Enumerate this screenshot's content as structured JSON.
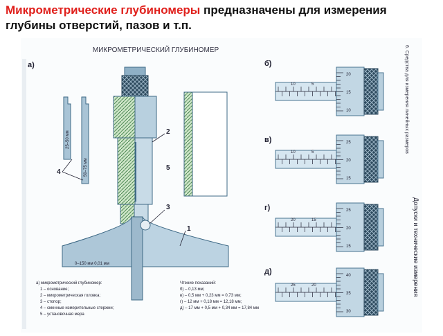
{
  "heading": {
    "highlight": "Микрометрические глубиномеры",
    "rest_line1": " предназначены для измерения",
    "line2": "глубины отверстий, пазов и т.п."
  },
  "plate": {
    "title": "МИКРОМЕТРИЧЕСКИЙ ГЛУБИНОМЕР",
    "label_a": "а)",
    "label_b": "б)",
    "label_v": "в)",
    "label_g": "г)",
    "label_d": "д)",
    "rod_range_1": "25–50 мм",
    "rod_range_2": "50–75 мм",
    "base_caption": "0–150 мм  0,01 мм",
    "callouts": [
      "1",
      "2",
      "3",
      "4",
      "5"
    ],
    "legend": {
      "title": "а) микрометрический глубиномер:",
      "items": [
        "1 – основание;",
        "2 – микрометрическая головка;",
        "3 – стопор;",
        "4 – сменные измерительные стержни;",
        "5 – установочная мера"
      ]
    },
    "readings": {
      "title": "Чтение показаний:",
      "items": [
        "б) – 0,13 мм;",
        "в) – 0,5 мм + 0,23 мм = 0,73 мм;",
        "г) – 12 мм + 0,18 мм = 12,18 мм;",
        "д) – 17 мм + 0,5 мм + 0,34 мм = 17,84 мм"
      ]
    },
    "side_caption_1": "6. Средства для измерения линейных размеров",
    "side_caption_2": "Допуски и технические измерения",
    "scales": [
      {
        "sleeve": [
          "10",
          "5"
        ],
        "thimble": [
          "20",
          "15",
          "10"
        ]
      },
      {
        "sleeve": [
          "10",
          "5"
        ],
        "thimble": [
          "25",
          "20",
          "15"
        ]
      },
      {
        "sleeve": [
          "20",
          "15"
        ],
        "thimble": [
          "25",
          "20",
          "15"
        ]
      },
      {
        "sleeve": [
          "25",
          "20"
        ],
        "thimble": [
          "40",
          "35",
          "30"
        ]
      }
    ]
  }
}
